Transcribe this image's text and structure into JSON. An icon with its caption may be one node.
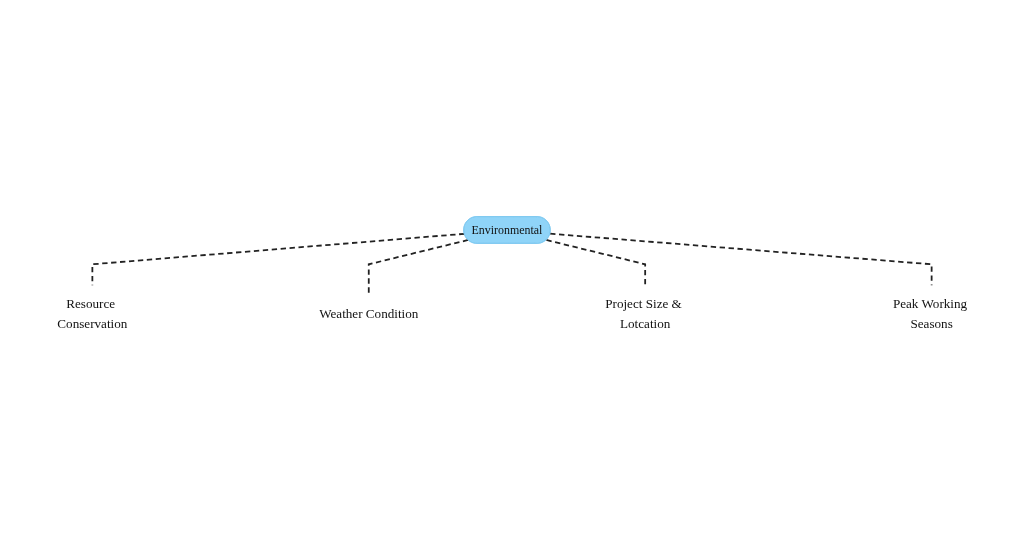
{
  "diagram": {
    "nodes": [
      {
        "text": [
          "Resource Conservation"
        ]
      },
      {
        "text": [
          "Weather Condition"
        ]
      },
      {
        "text": [
          "Environmental"
        ]
      },
      {
        "text": [
          "Project Size & Lotcation"
        ]
      },
      {
        "text": [
          "Peak Working Seasons"
        ]
      }
    ],
    "edges": [
      {
        "from": 2,
        "to": 0,
        "arrow": "none",
        "style": "dashed"
      },
      {
        "from": 2,
        "to": 1,
        "arrow": "none",
        "style": "dashed"
      },
      {
        "from": 2,
        "to": 3,
        "arrow": "none",
        "style": "dashed"
      },
      {
        "from": 2,
        "to": 4,
        "arrow": "none",
        "style": "dashed"
      }
    ]
  }
}
